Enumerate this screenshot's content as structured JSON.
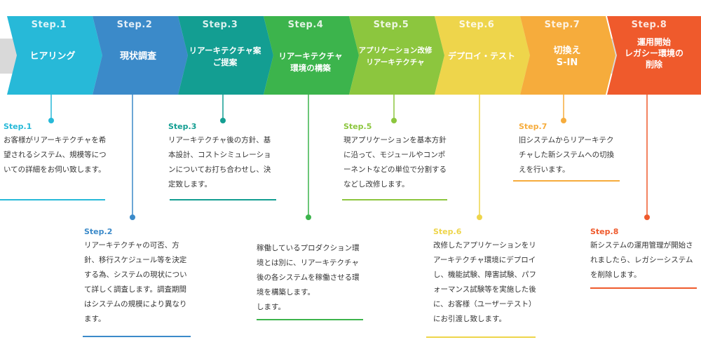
{
  "steps": [
    {
      "label": "Step.1",
      "title": "ヒアリング",
      "color": "#27b9d8",
      "desc_label": "Step.1",
      "desc": "お客様がリアーキテクチャを希望されるシステム、規模等についての詳細をお伺い致します。"
    },
    {
      "label": "Step.2",
      "title": "現状調査",
      "color": "#3b8ac9",
      "desc_label": "Step.2",
      "desc": "リアーキテクチャの可否、方針、移行スケジュール等を決定する為、システムの現状について詳しく調査します。調査期間はシステムの規模により異なります。"
    },
    {
      "label": "Step.3",
      "title": "リアーキテクチャ案\nご提案",
      "color": "#139e92",
      "desc_label": "Step.3",
      "desc": "リアーキテクチャ後の方針、基本設計、コストシミュレーションについてお打ち合わせし、決定致します。"
    },
    {
      "label": "Step.4",
      "title": "リアーキテクチャ\n環境の構築",
      "color": "#3cb44c",
      "desc_label": "",
      "desc": "稼働しているプロダクション環境とは別に、リアーキテクチャ後の各システムを稼働させる環境を構築します。\nします。"
    },
    {
      "label": "Step.5",
      "title": "アプリケーション改修\nリアーキテクチャ",
      "color": "#8cc63e",
      "desc_label": "Step.5",
      "desc": "現アプリケーションを基本方針に沿って、モジュールやコンポーネントなどの単位で分割するなどし改修します。"
    },
    {
      "label": "Step.6",
      "title": "デプロイ・テスト",
      "color": "#eed54b",
      "desc_label": "Step.6",
      "desc": "改修したアプリケーションをリアーキテクチャ環境にデプロイし、機能試験、障害試験、パフォーマンス試験等を実施した後に、お客様（ユーザーテスト）にお引渡し致します。"
    },
    {
      "label": "Step.7",
      "title": "切換え\nS-IN",
      "color": "#f6ac3c",
      "desc_label": "Step.7",
      "desc": "旧システムからリアーキテクチャした新システムへの切換えを行います。"
    },
    {
      "label": "Step.8",
      "title": "運用開始\nレガシー環境の\n削除",
      "color": "#ef5a2c",
      "desc_label": "Step.8",
      "desc": "新システムの運用管理が開始されましたら、レガシーシステムを削除します。"
    }
  ]
}
